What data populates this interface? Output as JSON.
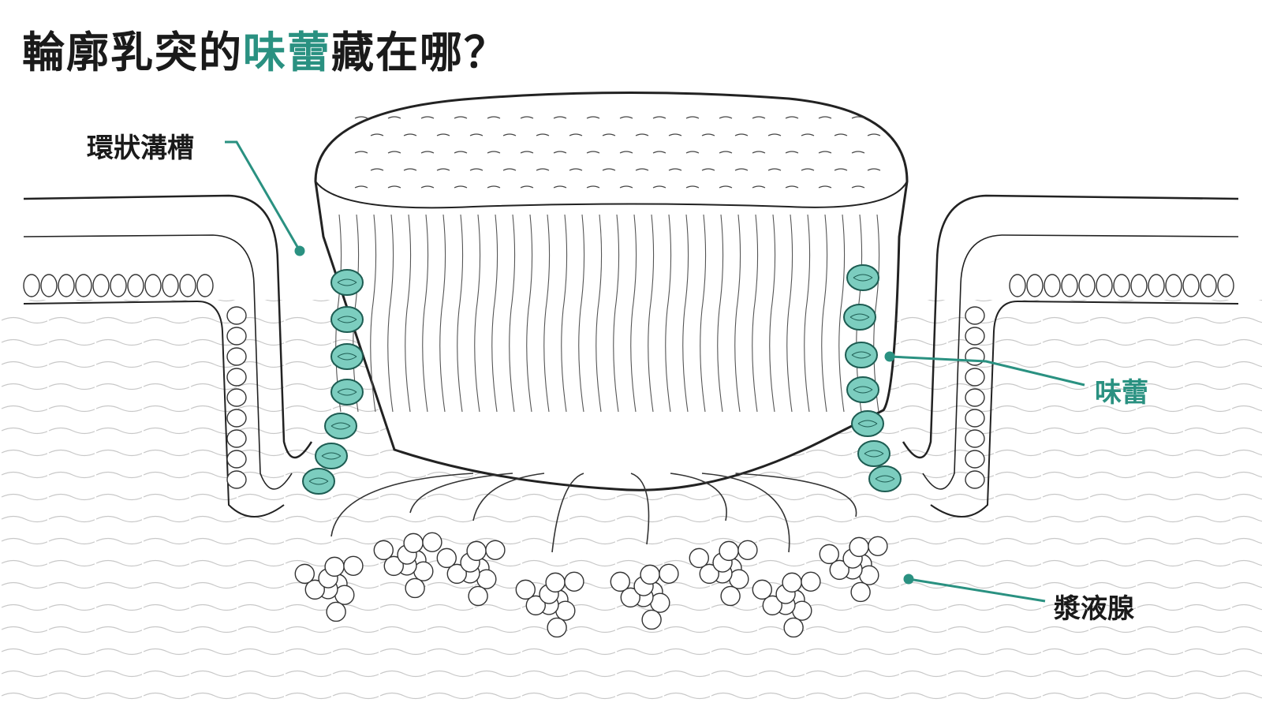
{
  "title": {
    "prefix": "輪廓乳突的",
    "highlight": "味蕾",
    "suffix": "藏在哪？"
  },
  "labels": {
    "trench": "環狀溝槽",
    "taste_bud": "味蕾",
    "serous_gland": "漿液腺"
  },
  "colors": {
    "accent": "#2a9181",
    "bud_fill": "#7ccdbf",
    "ink": "#1a1a1a"
  }
}
